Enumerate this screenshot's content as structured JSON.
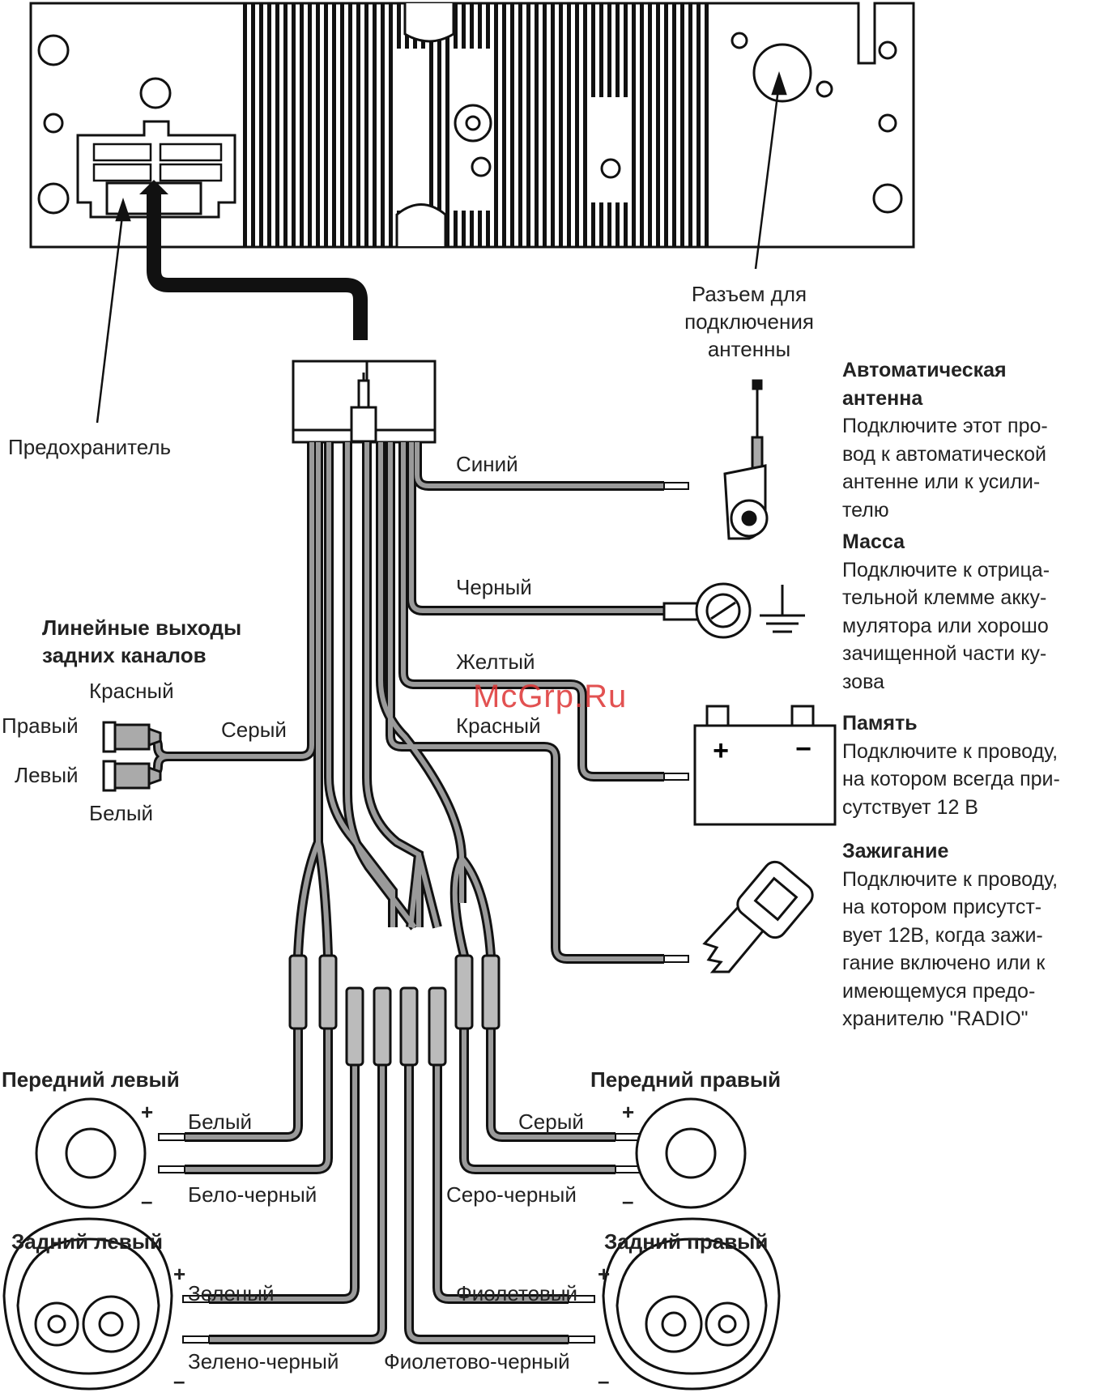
{
  "watermark": "McGrp.Ru",
  "labels": {
    "antenna_connector": [
      "Разъем для",
      "подключения",
      "антенны"
    ],
    "fuse": "Предохранитель",
    "line_out_title": [
      "Линейные выходы",
      "задних каналов"
    ],
    "line_out_red": "Красный",
    "line_out_right": "Правый",
    "line_out_left": "Левый",
    "line_out_white": "Белый",
    "line_out_wire": "Серый",
    "wire_blue": "Синий",
    "wire_black": "Черный",
    "wire_yellow": "Желтый",
    "wire_red": "Красный"
  },
  "descriptions": [
    {
      "title": "Автоматическая",
      "title2": "антенна",
      "lines": [
        "Подключите этот про-",
        "вод к автоматической",
        "антенне или к усили-",
        "телю"
      ]
    },
    {
      "title": "Масса",
      "lines": [
        "Подключите к отрица-",
        "тельной клемме акку-",
        "мулятора или хорошо",
        "зачищенной части ку-",
        "зова"
      ]
    },
    {
      "title": "Память",
      "lines": [
        "Подключите к проводу,",
        "на котором всегда при-",
        "сутствует 12 В"
      ]
    },
    {
      "title": "Зажигание",
      "lines": [
        "Подключите к проводу,",
        "на котором присутст-",
        "вует 12В, когда зажи-",
        "гание включено или к",
        "имеющемуся предо-",
        "хранителю \"RADIO\""
      ]
    }
  ],
  "speakers": {
    "front_left": {
      "title": "Передний левый",
      "plus_wire": "Белый",
      "minus_wire": "Бело-черный"
    },
    "front_right": {
      "title": "Передний правый",
      "plus_wire": "Серый",
      "minus_wire": "Серо-черный"
    },
    "rear_left": {
      "title": "Задний левый",
      "plus_wire": "Зеленый",
      "minus_wire": "Зелено-черный"
    },
    "rear_right": {
      "title": "Задний правый",
      "plus_wire": "Фиолетовый",
      "minus_wire": "Фиолетово-черный"
    }
  },
  "battery": {
    "plus": "+",
    "minus": "−"
  },
  "polarity": {
    "plus": "+",
    "minus": "–"
  },
  "colors": {
    "ink": "#111111",
    "wire_fill": "#9a9a9a",
    "watermark": "#dd3333"
  }
}
